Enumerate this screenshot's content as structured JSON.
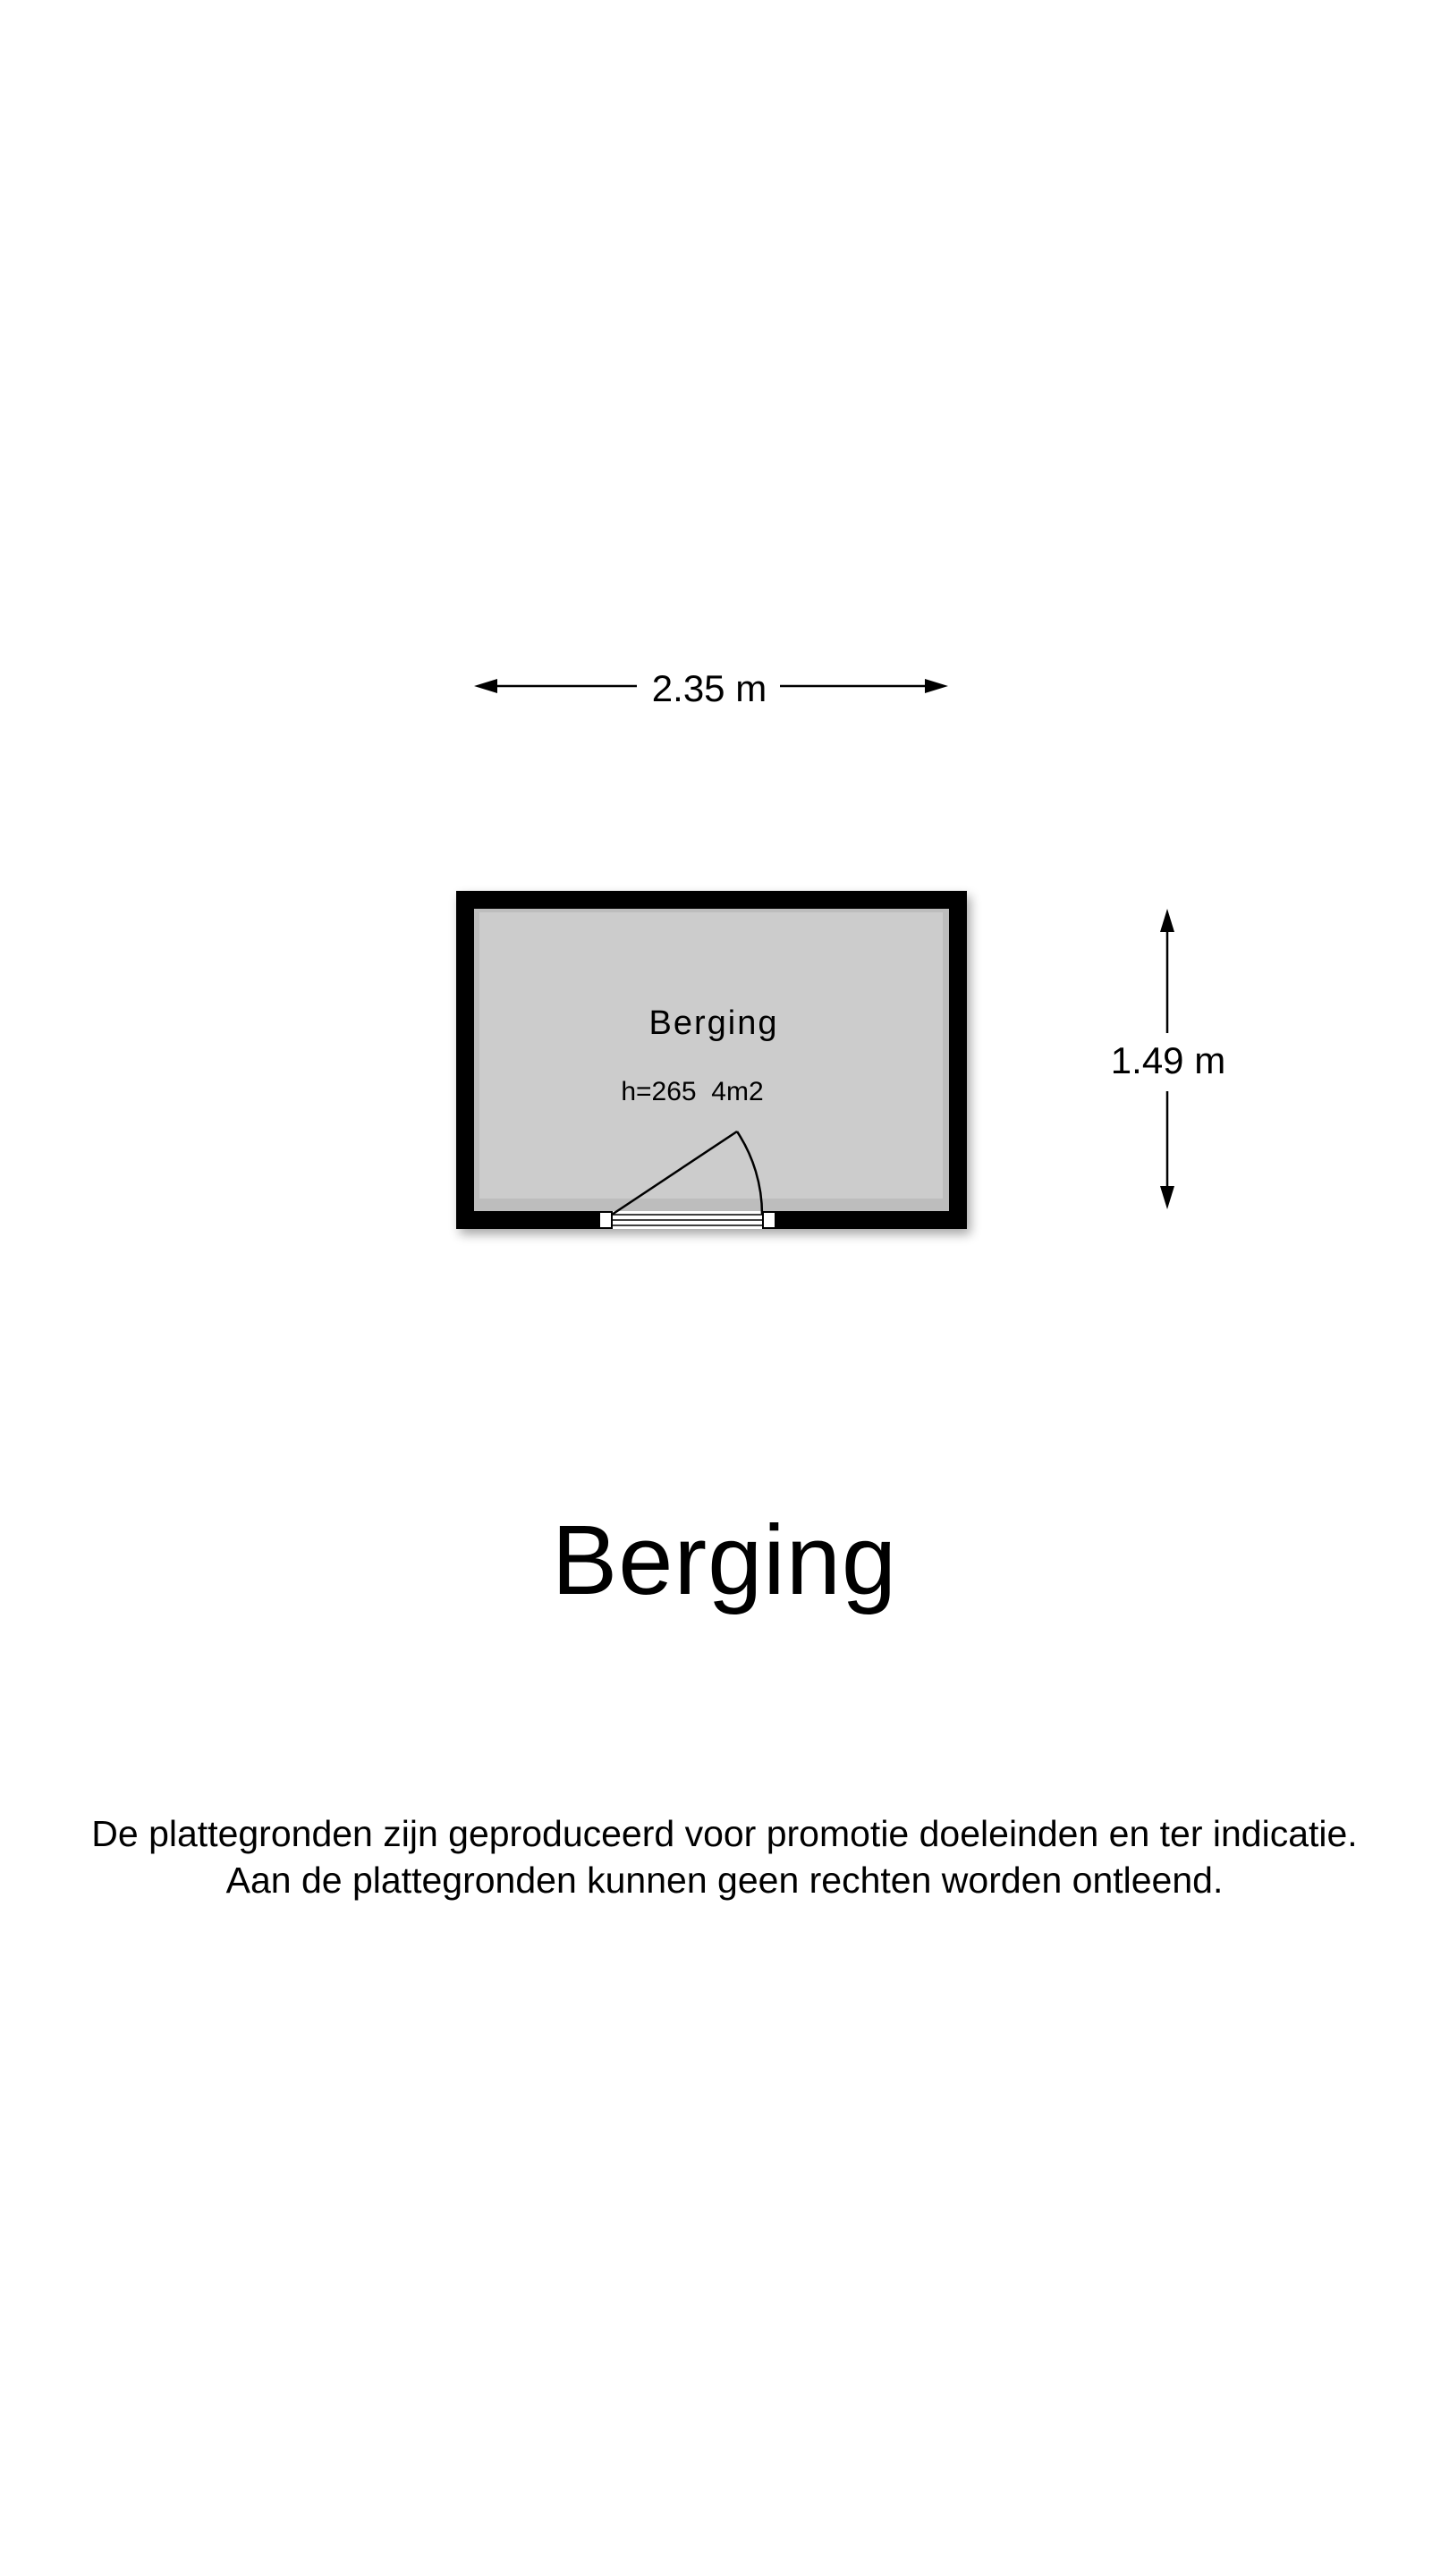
{
  "floor_plan": {
    "width_dimension": "2.35 m",
    "depth_dimension": "1.49 m",
    "room": {
      "name": "Berging",
      "details": "h=265  4m2"
    },
    "colors": {
      "wall": "#000000",
      "floor": "#cccccc",
      "floor_edge": "#bdbdbd",
      "background": "#ffffff"
    }
  },
  "title": "Berging",
  "disclaimer": {
    "line1": "De plattegronden zijn geproduceerd voor promotie doeleinden en ter indicatie.",
    "line2": "Aan de plattegronden kunnen geen rechten worden ontleend."
  }
}
